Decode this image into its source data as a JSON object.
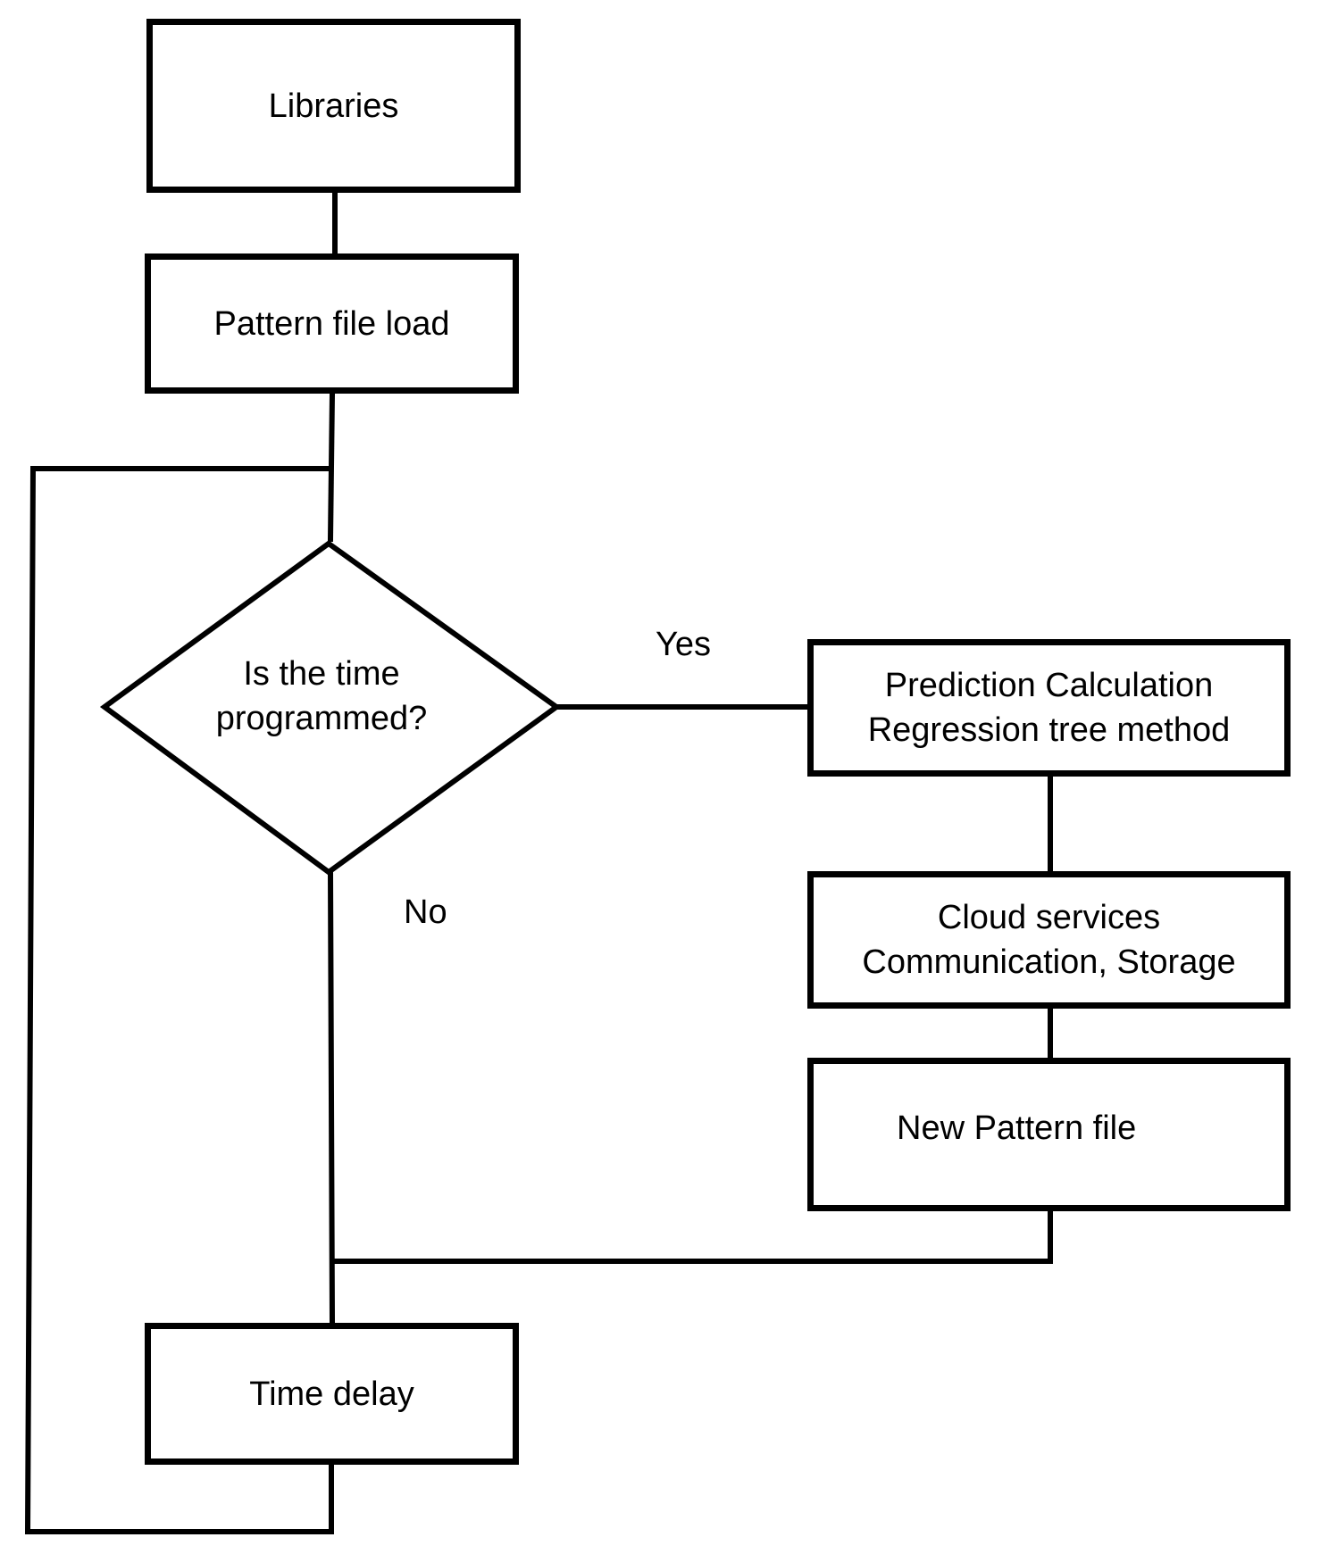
{
  "nodes": {
    "libraries": "Libraries",
    "pattern_file_load": "Pattern file load",
    "decision": {
      "line1": "Is the time",
      "line2": "programmed?"
    },
    "prediction": {
      "line1": "Prediction Calculation",
      "line2": "Regression tree method"
    },
    "cloud": {
      "line1": "Cloud services",
      "line2": "Communication, Storage"
    },
    "new_pattern_file": "New Pattern file",
    "time_delay": "Time delay"
  },
  "edge_labels": {
    "yes": "Yes",
    "no": "No"
  },
  "colors": {
    "stroke": "#000000",
    "background": "#ffffff"
  }
}
